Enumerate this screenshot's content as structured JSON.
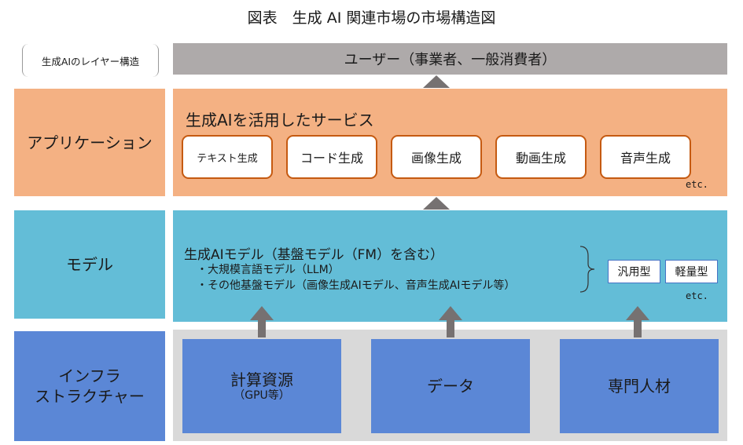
{
  "title": "図表　生成 AI 関連市場の市場構造図",
  "layer_label": "生成AIのレイヤー構造",
  "user_bar": "ユーザー（事業者、一般消費者）",
  "application": {
    "label": "アプリケーション",
    "heading": "生成AIを活用したサービス",
    "services": [
      "テキスト生成",
      "コード生成",
      "画像生成",
      "動画生成",
      "音声生成"
    ],
    "etc": "etc."
  },
  "model": {
    "label": "モデル",
    "heading": "生成AIモデル（基盤モデル（FM）を含む）",
    "bullets": [
      "・大規模言語モデル（LLM）",
      "・その他基盤モデル（画像生成AIモデル、音声生成AIモデル等）"
    ],
    "types": [
      "汎用型",
      "軽量型"
    ],
    "etc": "etc."
  },
  "infra": {
    "label_line1": "インフラ",
    "label_line2": "ストラクチャー",
    "items": [
      {
        "main": "計算資源",
        "sub": "（GPU等）"
      },
      {
        "main": "データ"
      },
      {
        "main": "専門人材"
      }
    ]
  }
}
